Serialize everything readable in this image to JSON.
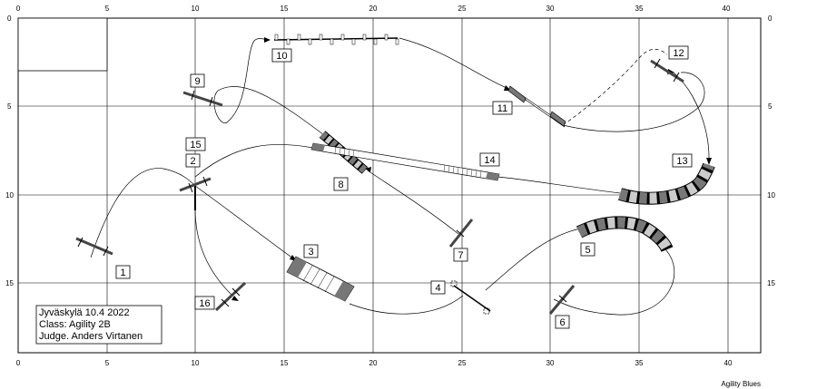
{
  "course": {
    "x_ticks": [
      "0",
      "5",
      "10",
      "15",
      "20",
      "25",
      "30",
      "35",
      "40"
    ],
    "y_ticks": [
      "0",
      "5",
      "10",
      "15"
    ],
    "obstacle_numbers": [
      "1",
      "2",
      "3",
      "4",
      "5",
      "6",
      "7",
      "8",
      "9",
      "10",
      "11",
      "12",
      "13",
      "14",
      "15",
      "16"
    ],
    "info": {
      "line1": "Jyväskylä 10.4 2022",
      "line2": "Class: Agility 2B",
      "line3": "Judge. Anders Virtanen"
    },
    "credit": "Agility Blues",
    "colors": {
      "tunnel_dark": "#777777",
      "tunnel_light": "#cccccc",
      "grid": "#000000"
    }
  }
}
